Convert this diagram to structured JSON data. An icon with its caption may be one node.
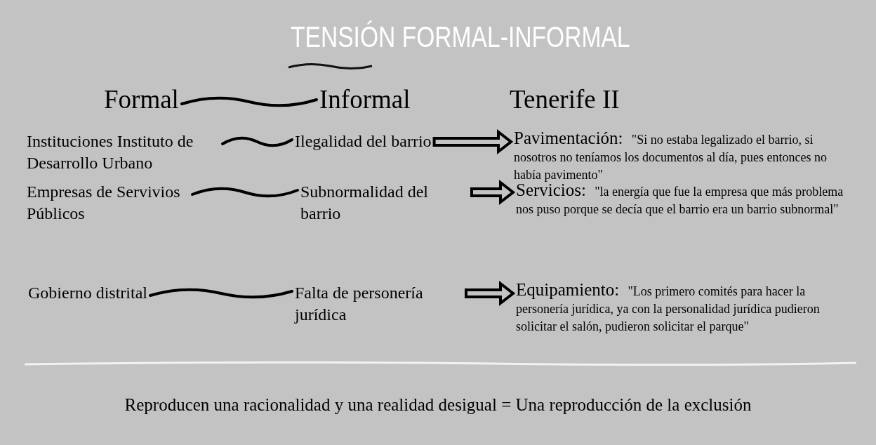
{
  "diagram": {
    "title": "TENSIÓN FORMAL-INFORMAL",
    "nodes": [
      {
        "text": [
          "Formal"
        ]
      },
      {
        "text": [
          "Informal"
        ]
      },
      {
        "text": [
          "Tenerife II"
        ]
      },
      {
        "text": [
          "Instituciones Instituto de Desarrollo Urbano"
        ]
      },
      {
        "text": [
          "Ilegalidad del barrio"
        ]
      },
      {
        "text": [
          "Pavimentación:",
          "\"Si no estaba legalizado el barrio, si nosotros no teníamos los documentos al día, pues entonces no había pavimento\""
        ]
      },
      {
        "text": [
          "Empresas de Servivios Públicos"
        ]
      },
      {
        "text": [
          "Subnormalidad del barrio"
        ]
      },
      {
        "text": [
          "Servicios:",
          "\"la energía que fue la empresa que más problema nos puso porque se decía que el barrio era un barrio subnormal\""
        ]
      },
      {
        "text": [
          "Gobierno distrital"
        ]
      },
      {
        "text": [
          "Falta de personería jurídica"
        ]
      },
      {
        "text": [
          "Equipamiento:",
          "\"Los primero comités para hacer la personería jurídica, ya con la personalidad jurídica pudieron solicitar el salón, pudieron solicitar el parque\""
        ]
      }
    ],
    "edges": [
      {
        "from": 0,
        "to": 1,
        "arrow": "none"
      },
      {
        "from": 3,
        "to": 4,
        "arrow": "none"
      },
      {
        "from": 4,
        "to": 5,
        "arrow": "to"
      },
      {
        "from": 6,
        "to": 7,
        "arrow": "none"
      },
      {
        "from": 7,
        "to": 8,
        "arrow": "to"
      },
      {
        "from": 9,
        "to": 10,
        "arrow": "none"
      },
      {
        "from": 10,
        "to": 11,
        "arrow": "to"
      }
    ],
    "labels": [
      "Reproducen una racionalidad y una realidad desigual = Una reproducción de la exclusión"
    ]
  }
}
